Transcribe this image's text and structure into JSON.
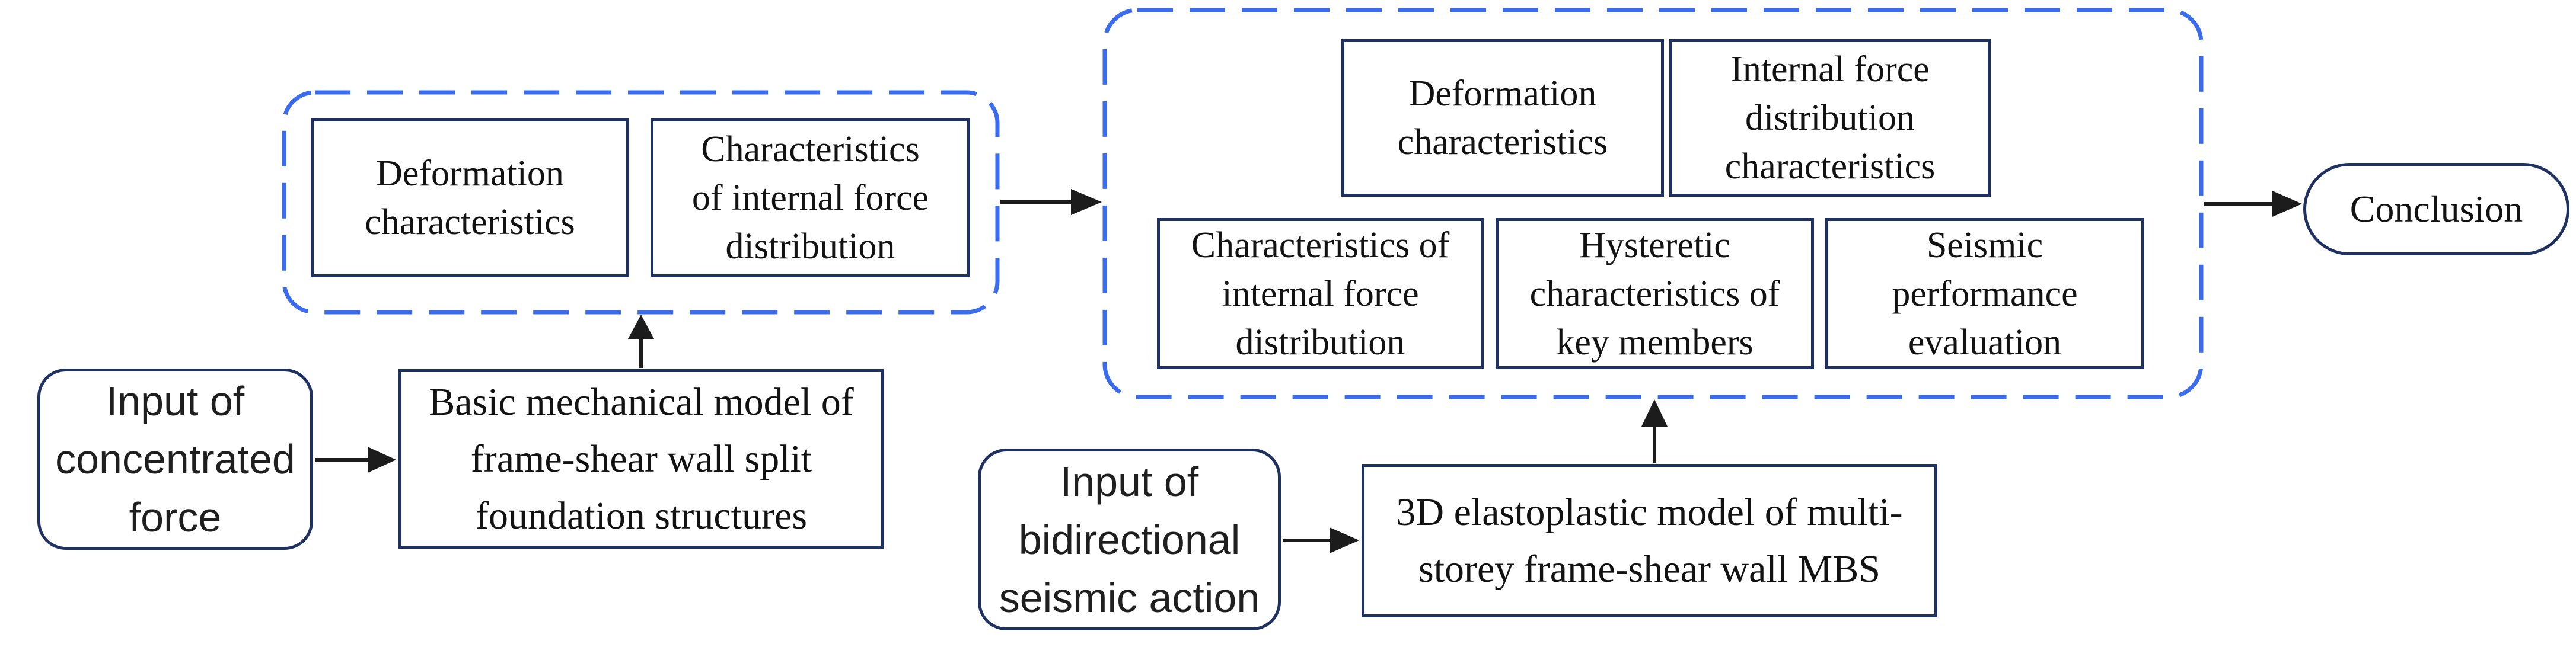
{
  "colors": {
    "dash_blue": "#3b6cee",
    "node_border": "#1e3160",
    "arrow_black": "#1c1c1c",
    "text_color": "#121212",
    "background": "#ffffff"
  },
  "diagram": {
    "left_flow": {
      "input_box": "Input of\nconcentrated\nforce",
      "model_box": "Basic mechanical model of\nframe-shear wall split\nfoundation structures",
      "results": {
        "deformation": "Deformation\ncharacteristics",
        "internal_force": "Characteristics\nof internal force\ndistribution"
      }
    },
    "right_flow": {
      "input_box": "Input of\nbidirectional\nseismic action",
      "model_box": "3D elastoplastic model of multi-\nstorey frame-shear wall MBS",
      "results": {
        "deformation": "Deformation\ncharacteristics",
        "internal_force_distribution": "Internal force\ndistribution\ncharacteristics",
        "characteristics_internal_force": "Characteristics of\ninternal force\ndistribution",
        "hysteretic": "Hysteretic\ncharacteristics of\nkey members",
        "seismic_performance": "Seismic\nperformance\nevaluation"
      }
    },
    "conclusion_label": "Conclusion"
  }
}
